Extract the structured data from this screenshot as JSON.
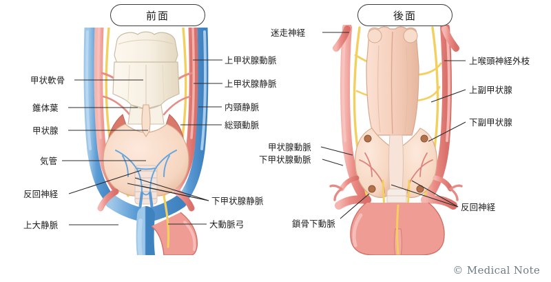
{
  "figure": {
    "title_front": "前面",
    "title_back": "後面",
    "credit": "© Medical Note"
  },
  "palette": {
    "artery": "#eb8c86",
    "artery_dark": "#d9706a",
    "vein": "#5b9bd5",
    "vein_dark": "#3f82c0",
    "nerve": "#f3cf5e",
    "cartilage": "#f6efe2",
    "cartilage_shade": "#e7dcc6",
    "thyroid": "#f6d6c0",
    "thyroid_shade": "#e9bda2",
    "muscle": "#d9796b",
    "trachea": "#f3e3da",
    "parathyroid": "#b3704a",
    "leader": "#2b2b2b",
    "text": "#1b1b1b",
    "outline": "#3a3a3a",
    "credit": "#6f7b86"
  },
  "front_view": {
    "labels_left": [
      {
        "name": "thyroid-cartilage",
        "text": "甲状軟骨"
      },
      {
        "name": "pyramidal-lobe",
        "text": "錐体葉"
      },
      {
        "name": "thyroid-gland",
        "text": "甲状腺"
      },
      {
        "name": "trachea",
        "text": "気管"
      },
      {
        "name": "recurrent-laryngeal-nerve",
        "text": "反回神経"
      },
      {
        "name": "superior-vena-cava",
        "text": "上大静脈"
      }
    ],
    "labels_right": [
      {
        "name": "superior-thyroid-artery",
        "text": "上甲状腺動脈"
      },
      {
        "name": "superior-thyroid-vein",
        "text": "上甲状腺静脈"
      },
      {
        "name": "internal-jugular-vein",
        "text": "内頸静脈"
      },
      {
        "name": "common-carotid-artery",
        "text": "総頸動脈"
      },
      {
        "name": "inferior-thyroid-vein",
        "text": "下甲状腺静脈"
      },
      {
        "name": "aortic-arch",
        "text": "大動脈弓"
      }
    ]
  },
  "back_view": {
    "labels_left": [
      {
        "name": "vagus-nerve",
        "text": "迷走神経"
      },
      {
        "name": "thyroid-artery",
        "text": "甲状腺動脈"
      },
      {
        "name": "inferior-thyroid-artery",
        "text": "下甲状腺動脈"
      },
      {
        "name": "subclavian-artery",
        "text": "鎖骨下動脈"
      }
    ],
    "labels_right": [
      {
        "name": "external-branch-superior-laryngeal-nerve",
        "text": "上喉頭神経外枝"
      },
      {
        "name": "superior-parathyroid-gland",
        "text": "上副甲状腺"
      },
      {
        "name": "inferior-parathyroid-gland",
        "text": "下副甲状腺"
      },
      {
        "name": "recurrent-laryngeal-nerve-back",
        "text": "反回神経"
      }
    ]
  }
}
